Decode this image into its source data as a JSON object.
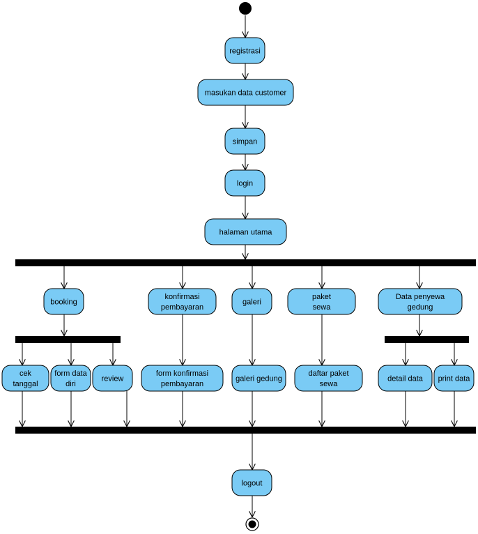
{
  "colors": {
    "activity_fill": "#7acbf5",
    "stroke": "#000000",
    "bar": "#000000"
  },
  "activities": {
    "registrasi": [
      "registrasi"
    ],
    "masukan_data_customer": [
      "masukan data customer"
    ],
    "simpan": [
      "simpan"
    ],
    "login": [
      "login"
    ],
    "halaman_utama": [
      "halaman utama"
    ],
    "booking": [
      "booking"
    ],
    "konfirmasi_pembayaran": [
      "konfirmasi",
      "pembayaran"
    ],
    "galeri": [
      "galeri"
    ],
    "paket_sewa": [
      "paket",
      "sewa"
    ],
    "data_penyewa_gedung": [
      "Data penyewa",
      "gedung"
    ],
    "cek_tanggal": [
      "cek",
      "tanggal"
    ],
    "form_data_diri": [
      "form data",
      "diri"
    ],
    "review": [
      "review"
    ],
    "form_konfirmasi_pembayaran": [
      "form konfirmasi",
      "pembayaran"
    ],
    "galeri_gedung": [
      "galeri gedung"
    ],
    "daftar_paket_sewa": [
      "daftar paket",
      "sewa"
    ],
    "detail_data": [
      "detail data"
    ],
    "print_data": [
      "print data"
    ],
    "logout": [
      "logout"
    ]
  }
}
